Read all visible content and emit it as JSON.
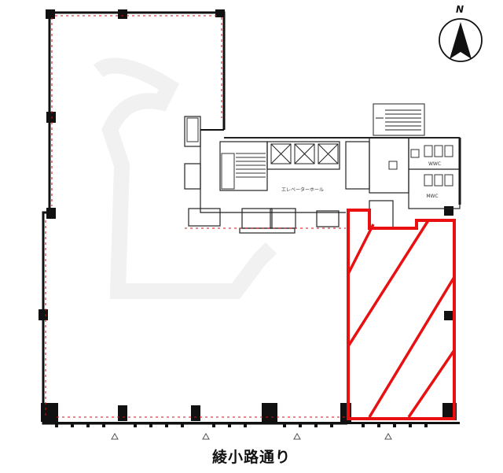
{
  "compass": {
    "label": "N",
    "icon": "north-arrow-icon"
  },
  "rooms": {
    "elevator_hall": "エレベーターホール",
    "wwc": "WWC",
    "mwc": "MWC"
  },
  "street_name": "綾小路通り",
  "highlight": {
    "color": "#e81010",
    "pattern": "diagonal-hatch"
  }
}
